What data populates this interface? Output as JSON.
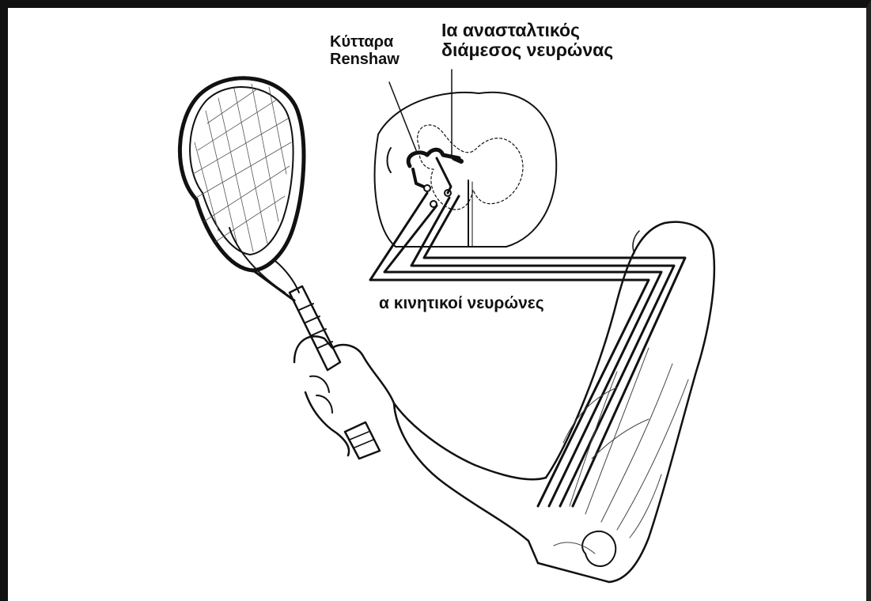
{
  "labels": {
    "renshaw_line1": "Κύτταρα",
    "renshaw_line2": "Renshaw",
    "ia_line1": "Ια ανασταλτικός",
    "ia_line2": "διάμεσος νευρώνας",
    "alpha": "α κινητικοί νευρώνες"
  },
  "colors": {
    "ink": "#111111",
    "background": "#ffffff"
  }
}
